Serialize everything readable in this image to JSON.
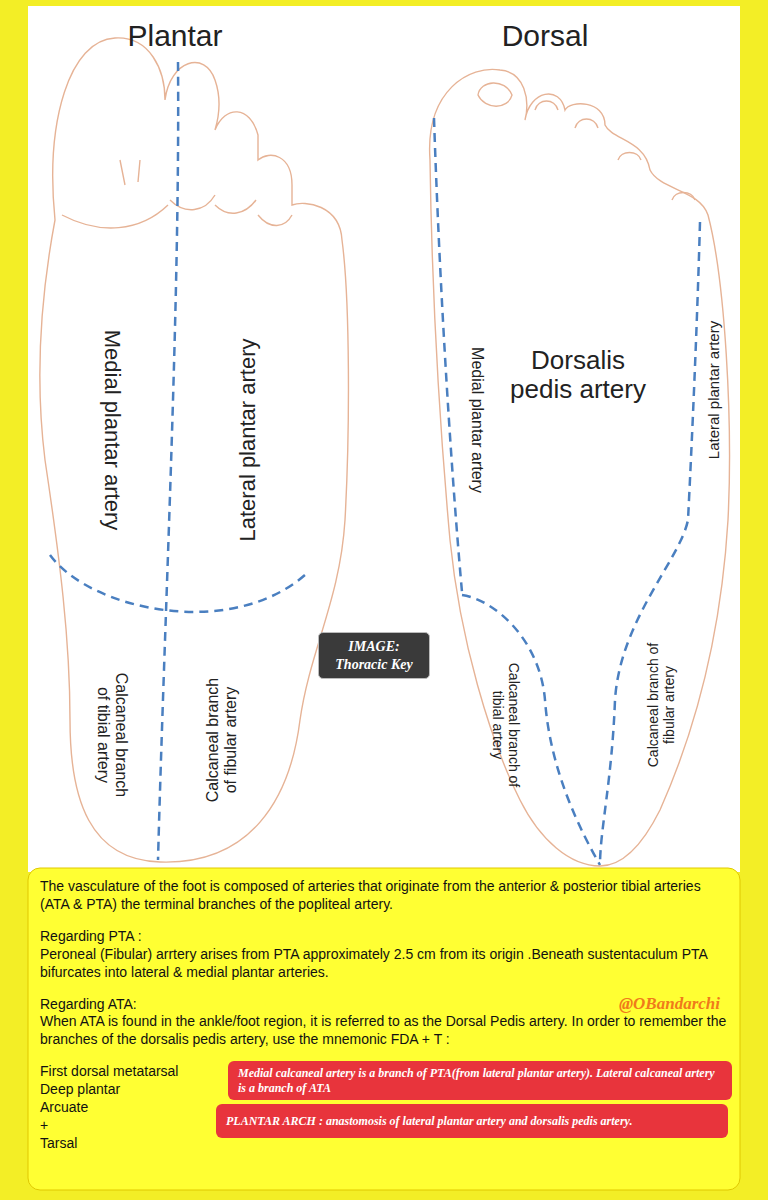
{
  "diagram": {
    "nodes": [
      {
        "text": [
          "IMAGE: Thoracic Key"
        ]
      },
      {
        "text": [
          "The vasculature of the foot is composed of arteries that originate from the anterior & posterior tibial arteries (ATA & PTA) the terminal branches of the popliteal artery.",
          "Regarding PTA :",
          "Peroneal (Fibular) arrtery arises from PTA approximately 2.5 cm from its origin .Beneath sustentaculum PTA bifurcates into lateral & medial plantar arteries.",
          "Regarding ATA:",
          "When ATA is found in the ankle/foot region, it is referred to as the Dorsal Pedis artery. In order to remember the branches of the dorsalis pedis artery, use the mnemonic FDA + T :",
          "First dorsal metatarsal",
          "Deep plantar",
          "Arcuate",
          "+",
          "Tarsal"
        ]
      },
      {
        "text": [
          "Medial calcaneal artery is a branch of PTA(from lateral plantar artery). Lateral calcaneal artery is a branch of ATA"
        ],
        "in": 1
      },
      {
        "text": [
          "PLANTAR ARCH : anastomosis of lateral plantar artery and dorsalis pedis artery."
        ],
        "in": 1
      }
    ],
    "edges": [],
    "labels": [
      "Plantar",
      "Dorsal",
      "Medial plantar artery",
      "Lateral plantar artery",
      "Calcaneal branch of tibial artery",
      "Calcaneal branch of fibular artery",
      "Medial plantar artery",
      "Dorsalis pedis artery",
      "Lateral plantar artery",
      "Calcaneal branch of tibial artery",
      "Calcaneal branch of fibular artery",
      "@OBandarchi"
    ]
  }
}
